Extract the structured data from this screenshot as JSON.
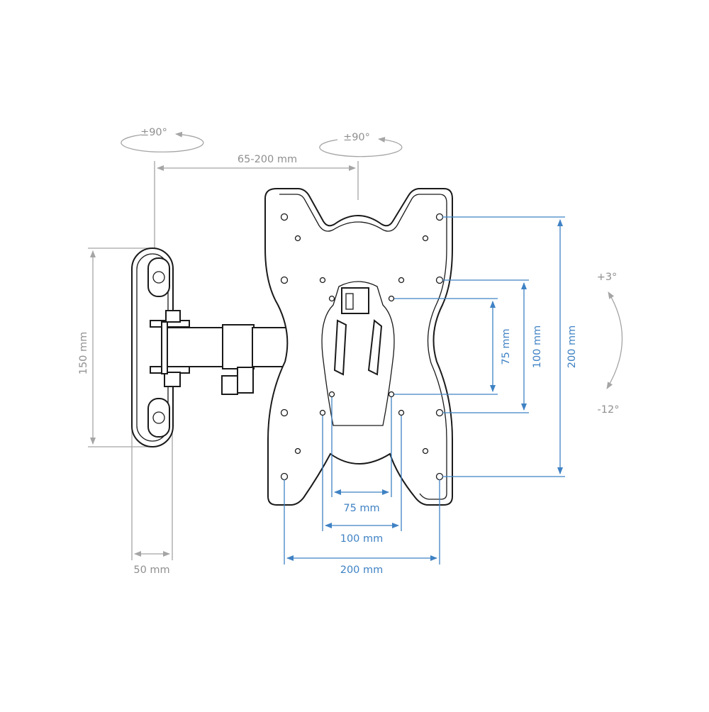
{
  "rotation": {
    "wall_swivel": "±90°",
    "head_swivel": "±90°"
  },
  "tilt": {
    "up": "+3°",
    "down": "-12°"
  },
  "dimensions": {
    "extension": "65-200 mm",
    "wall_plate_height": "150 mm",
    "wall_plate_depth": "50 mm",
    "vesa_75_h": "75 mm",
    "vesa_100_h": "100 mm",
    "vesa_200_h": "200 mm",
    "vesa_75_w": "75 mm",
    "vesa_100_w": "100 mm",
    "vesa_200_w": "200 mm"
  },
  "colors": {
    "dimension_gray": "#a5a5a5",
    "dimension_blue": "#3f82c4",
    "outline": "#1a1a1a"
  }
}
